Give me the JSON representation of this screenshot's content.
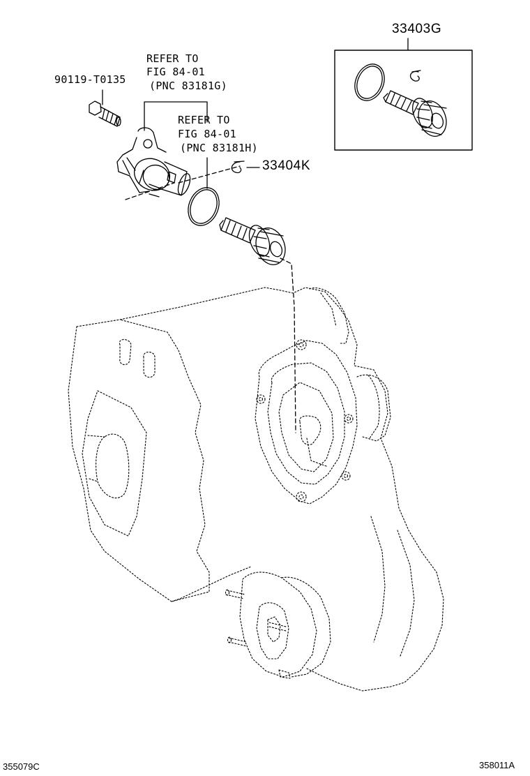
{
  "parts": {
    "bolt_part": "90119-T0135",
    "kit_part": "33403G",
    "clip_part": "33404K"
  },
  "refer_g": {
    "line1": "REFER TO",
    "line2": "FIG 84-01",
    "line3": "(PNC 83181G)"
  },
  "refer_h": {
    "line1": "REFER TO",
    "line2": "FIG 84-01",
    "line3": "(PNC 83181H)"
  },
  "footer": {
    "left_code": "355079C",
    "right_code": "358011A"
  },
  "colors": {
    "ink": "#000000",
    "background": "#ffffff"
  }
}
